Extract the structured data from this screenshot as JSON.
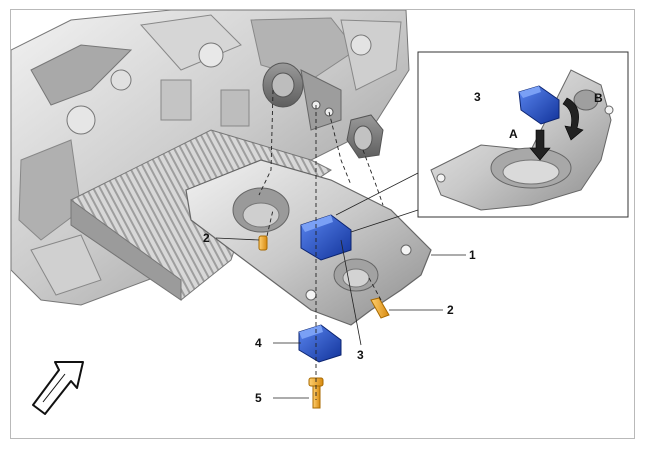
{
  "callouts": {
    "c1": "1",
    "c2_left": "2",
    "c2_right": "2",
    "c3_main": "3",
    "c3_inset": "3",
    "c4": "4",
    "c5": "5",
    "cA": "A",
    "cB": "B"
  },
  "colors": {
    "bracket_blue": "#1f4fc4",
    "bolt_orange": "#f0a020",
    "metal_grey": "#bfbfbf"
  }
}
